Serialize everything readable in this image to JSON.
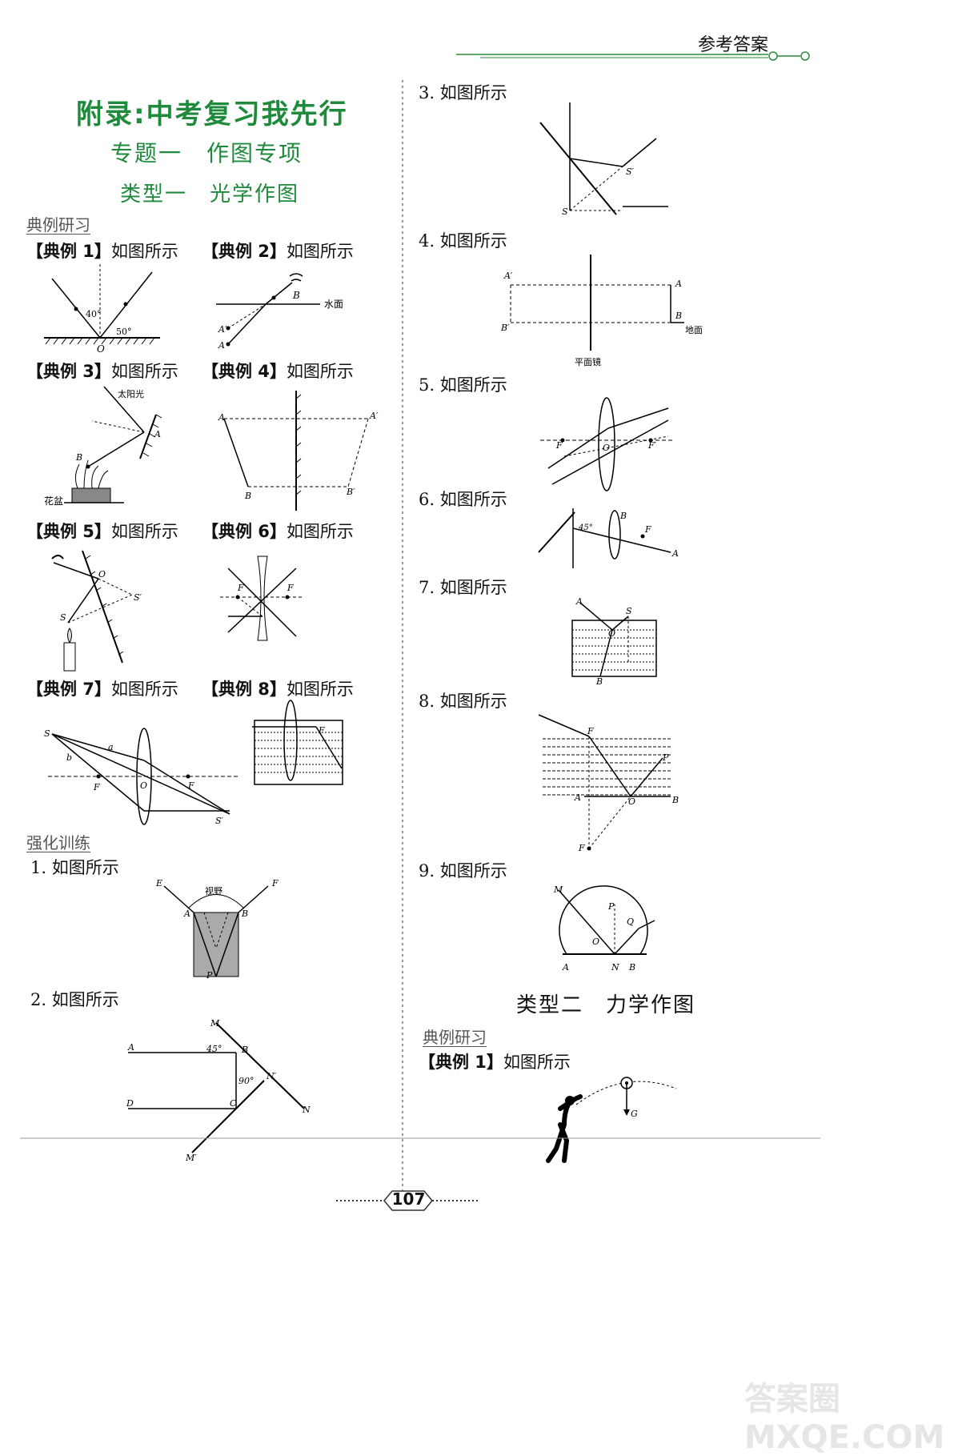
{
  "header": {
    "title": "参考答案"
  },
  "main_title": "附录:中考复习我先行",
  "topic_title": "专题一　作图专项",
  "type1_title": "类型一　光学作图",
  "type2_title": "类型二　力学作图",
  "section_typical": "典例研习",
  "section_training": "强化训练",
  "examples": [
    {
      "tag": "【典例 1】",
      "text": "如图所示"
    },
    {
      "tag": "【典例 2】",
      "text": "如图所示"
    },
    {
      "tag": "【典例 3】",
      "text": "如图所示"
    },
    {
      "tag": "【典例 4】",
      "text": "如图所示"
    },
    {
      "tag": "【典例 5】",
      "text": "如图所示"
    },
    {
      "tag": "【典例 6】",
      "text": "如图所示"
    },
    {
      "tag": "【典例 7】",
      "text": "如图所示"
    },
    {
      "tag": "【典例 8】",
      "text": "如图所示"
    }
  ],
  "training": [
    "1. 如图所示",
    "2. 如图所示",
    "3. 如图所示",
    "4. 如图所示",
    "5. 如图所示",
    "6. 如图所示",
    "7. 如图所示",
    "8. 如图所示",
    "9. 如图所示"
  ],
  "type2_example": {
    "tag": "【典例 1】",
    "text": "如图所示"
  },
  "figure_labels": {
    "angle40": "40°",
    "angle50": "50°",
    "O": "O",
    "A": "A",
    "B": "B",
    "A1": "A′",
    "B1": "B′",
    "water_surface": "水面",
    "sunlight": "太阳光",
    "flowerpot": "花盆",
    "S": "S",
    "S1": "S′",
    "F": "F",
    "F1": "F′",
    "a": "a",
    "b": "b",
    "E": "E",
    "P": "P",
    "field_of_view": "视野",
    "M": "M",
    "M1": "M′",
    "N": "N",
    "N1": "N′",
    "C": "C",
    "D": "D",
    "angle45": "45°",
    "angle90": "90°",
    "ground": "地面",
    "plane_mirror": "平面镜",
    "Q": "Q",
    "G": "G"
  },
  "page_number": "107",
  "watermark": "答案圈 MXQE.COM"
}
